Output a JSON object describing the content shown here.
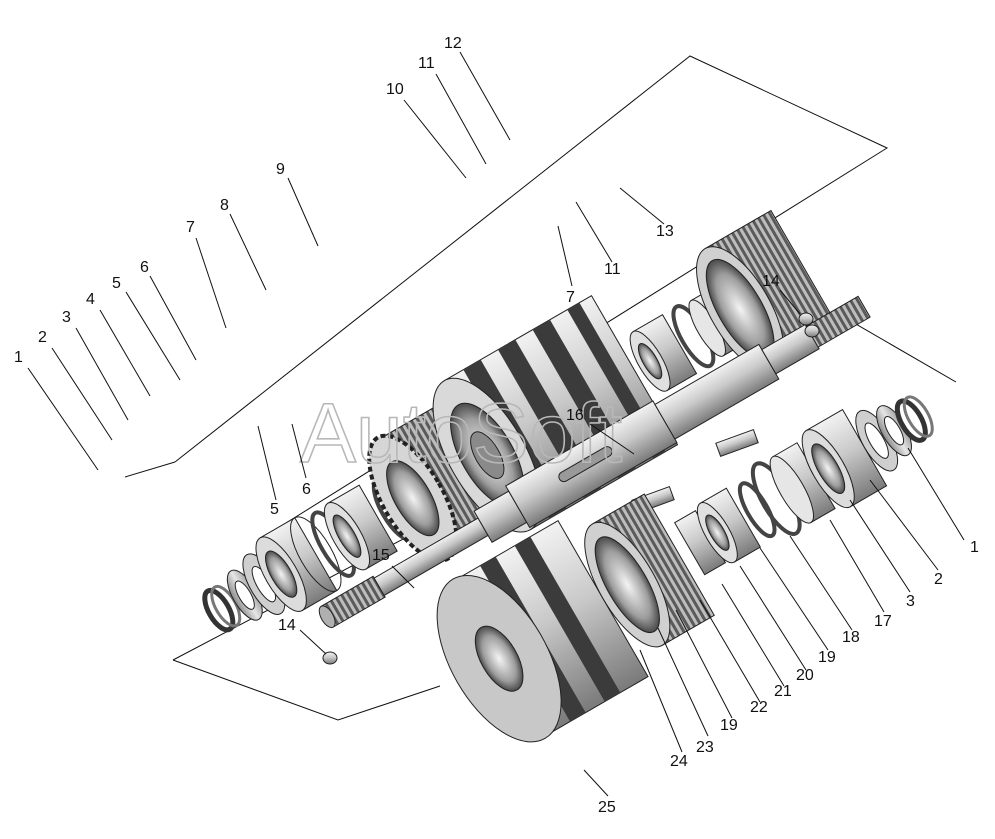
{
  "watermark": "AutoSoft",
  "callouts": [
    {
      "id": "c1a",
      "text": "1"
    },
    {
      "id": "c2a",
      "text": "2"
    },
    {
      "id": "c3a",
      "text": "3"
    },
    {
      "id": "c4a",
      "text": "4"
    },
    {
      "id": "c5a",
      "text": "5"
    },
    {
      "id": "c6a",
      "text": "6"
    },
    {
      "id": "c7a",
      "text": "7"
    },
    {
      "id": "c8a",
      "text": "8"
    },
    {
      "id": "c9a",
      "text": "9"
    },
    {
      "id": "c10a",
      "text": "10"
    },
    {
      "id": "c11a",
      "text": "11"
    },
    {
      "id": "c12a",
      "text": "12"
    },
    {
      "id": "c13a",
      "text": "13"
    },
    {
      "id": "c11b",
      "text": "11"
    },
    {
      "id": "c7b",
      "text": "7"
    },
    {
      "id": "c6b",
      "text": "6"
    },
    {
      "id": "c5b",
      "text": "5"
    },
    {
      "id": "c14a",
      "text": "14"
    },
    {
      "id": "c16a",
      "text": "16"
    },
    {
      "id": "c15a",
      "text": "15"
    },
    {
      "id": "c14b",
      "text": "14"
    },
    {
      "id": "c1b",
      "text": "1"
    },
    {
      "id": "c2b",
      "text": "2"
    },
    {
      "id": "c3b",
      "text": "3"
    },
    {
      "id": "c17a",
      "text": "17"
    },
    {
      "id": "c18a",
      "text": "18"
    },
    {
      "id": "c19a",
      "text": "19"
    },
    {
      "id": "c20a",
      "text": "20"
    },
    {
      "id": "c21a",
      "text": "21"
    },
    {
      "id": "c22a",
      "text": "22"
    },
    {
      "id": "c19b",
      "text": "19"
    },
    {
      "id": "c23a",
      "text": "23"
    },
    {
      "id": "c24a",
      "text": "24"
    },
    {
      "id": "c25a",
      "text": "25"
    }
  ]
}
